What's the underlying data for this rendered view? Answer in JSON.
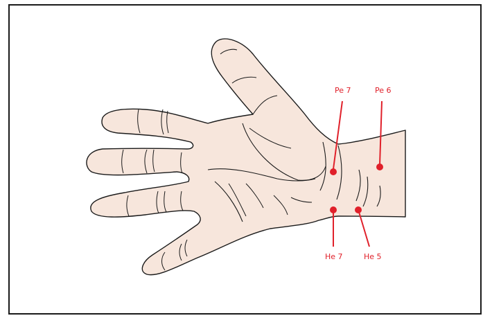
{
  "colors": {
    "skin": "#f7e6dc",
    "outline": "#1a1a1a",
    "point": "#e0202a",
    "frame": "#1a1a1a"
  },
  "points": [
    {
      "id": "pe7",
      "label": "Pe 7"
    },
    {
      "id": "pe6",
      "label": "Pe 6"
    },
    {
      "id": "he7",
      "label": "He 7"
    },
    {
      "id": "he5",
      "label": "He 5"
    }
  ]
}
